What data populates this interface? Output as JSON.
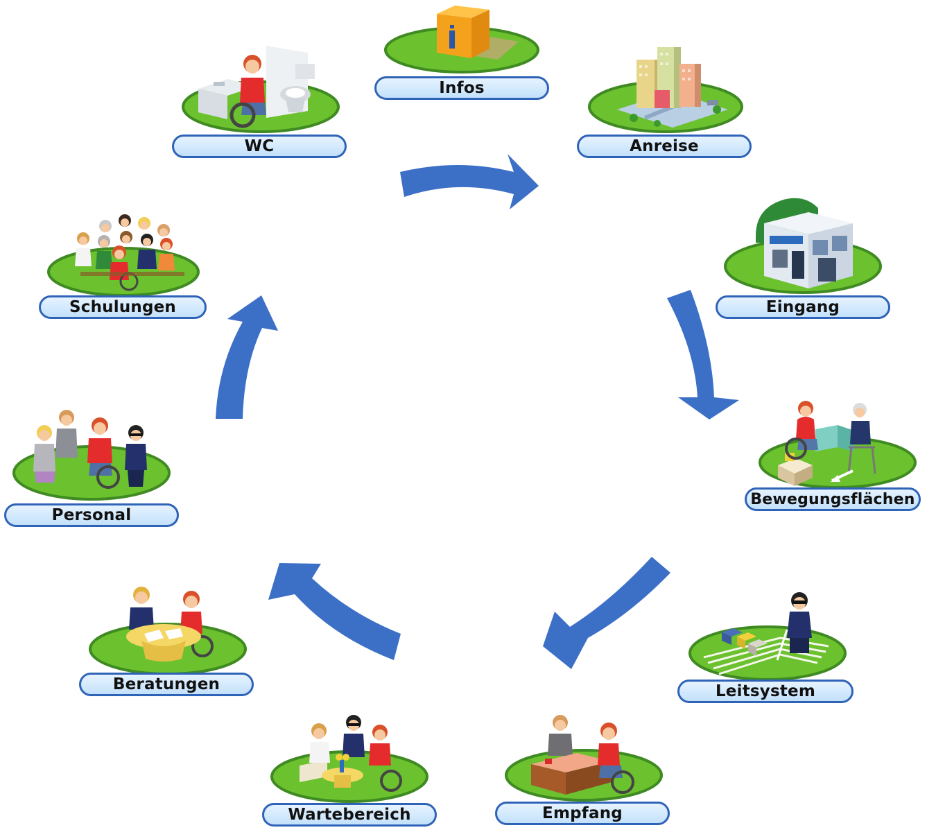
{
  "diagram": {
    "arrow_color": "#3c6fc6",
    "label_border_color": "#2f63b8",
    "ground_color": "#6cc12e",
    "stations": [
      {
        "key": "infos",
        "label": "Infos",
        "icon": "info-box-icon"
      },
      {
        "key": "anreise",
        "label": "Anreise",
        "icon": "city-arrival-icon"
      },
      {
        "key": "eingang",
        "label": "Eingang",
        "icon": "building-entrance-icon"
      },
      {
        "key": "bewegungsflaechen",
        "label": "Bewegungsflächen",
        "icon": "movement-area-icon"
      },
      {
        "key": "leitsystem",
        "label": "Leitsystem",
        "icon": "tactile-guidance-icon"
      },
      {
        "key": "empfang",
        "label": "Empfang",
        "icon": "reception-desk-icon"
      },
      {
        "key": "wartebereich",
        "label": "Wartebereich",
        "icon": "waiting-area-icon"
      },
      {
        "key": "beratungen",
        "label": "Beratungen",
        "icon": "consultation-table-icon"
      },
      {
        "key": "personal",
        "label": "Personal",
        "icon": "staff-group-icon"
      },
      {
        "key": "schulungen",
        "label": "Schulungen",
        "icon": "training-audience-icon"
      },
      {
        "key": "wc",
        "label": "WC",
        "icon": "accessible-toilet-icon"
      }
    ]
  }
}
